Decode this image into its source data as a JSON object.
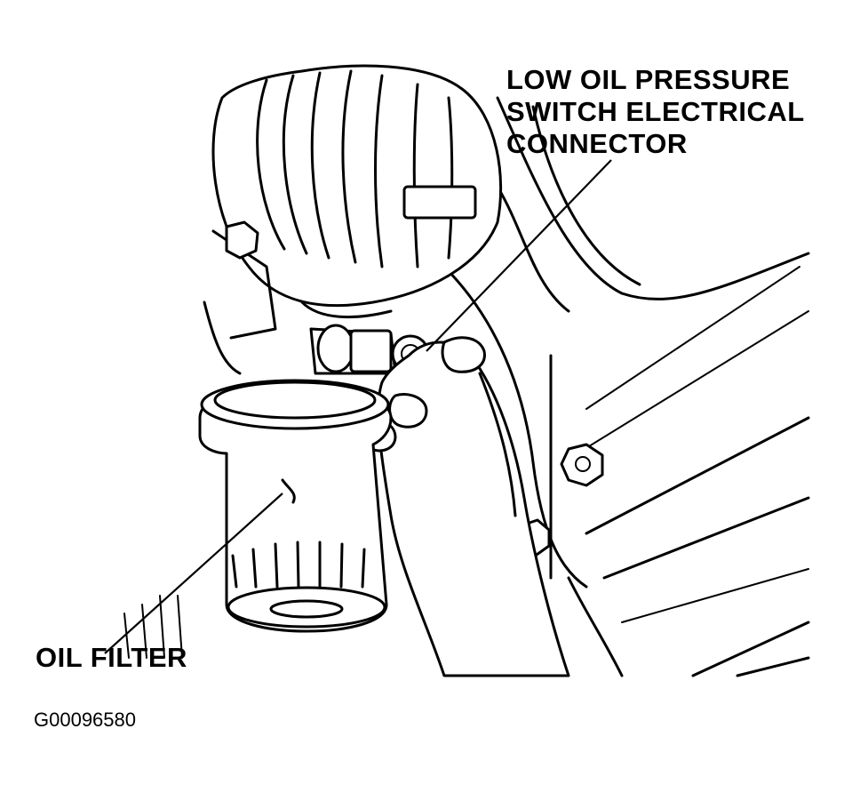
{
  "labels": {
    "switch_line1": "LOW OIL PRESSURE",
    "switch_line2": "SWITCH ELECTRICAL",
    "switch_line3": "CONNECTOR",
    "oil_filter": "OIL FILTER"
  },
  "figure_id": "G00096580",
  "colors": {
    "ink": "#000000",
    "paper": "#ffffff"
  }
}
